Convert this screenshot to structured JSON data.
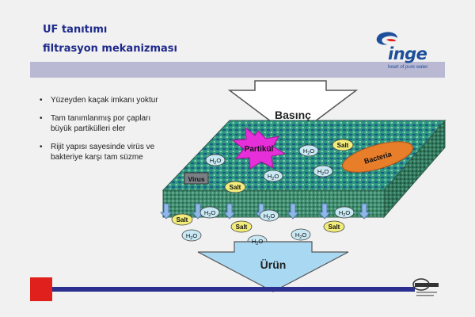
{
  "title": {
    "line1": "UF tanıtımı",
    "line2": "filtrasyon mekanizması"
  },
  "logo": {
    "word": "inge",
    "tagline": "heart of pure water"
  },
  "bullets": [
    "Yüzeyden kaçak imkanı yoktur",
    "Tam tanımlanmış por çapları büyük partikülleri eler",
    "Rijit yapısı sayesinde virüs ve bakteriye karşı tam süzme"
  ],
  "diagram": {
    "pressure_label": "Basınç",
    "product_label": "Ürün",
    "particle_label": "Partikül",
    "bacteria_label": "Bacteria",
    "virus_label": "Virus",
    "salt_label": "Salt",
    "water_label": "H",
    "water_subscript": "2",
    "water_tail": "O"
  },
  "colors": {
    "title": "#1e2a8a",
    "band": "#b9b9d4",
    "membrane_top": "#2f9a7e",
    "membrane_front": "#3d8a6c",
    "pore_dots": "#1a5a8a",
    "particle": "#e62fd9",
    "bacteria": "#e87d2a",
    "salt": "#f2ec7a",
    "water": "#c8e8f4",
    "footer_line": "#2b2f8f",
    "footer_square": "#e0201c"
  },
  "icons": [
    "inge-logo-icon",
    "tuv-cert-icon",
    "bullet-dot-icon"
  ]
}
